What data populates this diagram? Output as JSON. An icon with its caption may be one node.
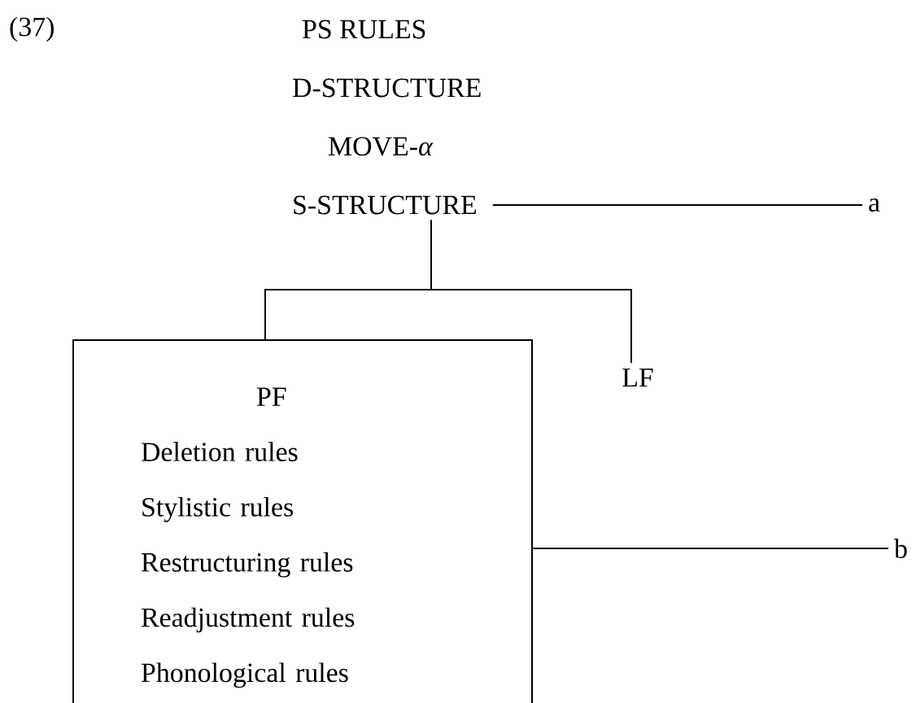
{
  "diagram": {
    "nodes": [
      {
        "text": [
          "PS RULES"
        ]
      },
      {
        "text": [
          "D-STRUCTURE"
        ]
      },
      {
        "text": [
          "MOVE-*α*"
        ]
      },
      {
        "text": [
          "S-STRUCTURE"
        ]
      },
      {
        "text": [
          "PF",
          "Deletion rules",
          "Stylistic rules",
          "Restructuring rules",
          "Readjustment rules",
          "Phonological rules"
        ]
      },
      {
        "text": [
          "LF"
        ]
      },
      {
        "text": [
          "a"
        ]
      },
      {
        "text": [
          "b"
        ]
      }
    ],
    "edges": [
      {
        "from": 3,
        "to": 4,
        "arrow": "none"
      },
      {
        "from": 3,
        "to": 5,
        "arrow": "none"
      },
      {
        "from": 3,
        "to": 6,
        "arrow": "none"
      },
      {
        "from": 4,
        "to": 7,
        "arrow": "none"
      }
    ],
    "labels": [
      "(37)"
    ]
  }
}
